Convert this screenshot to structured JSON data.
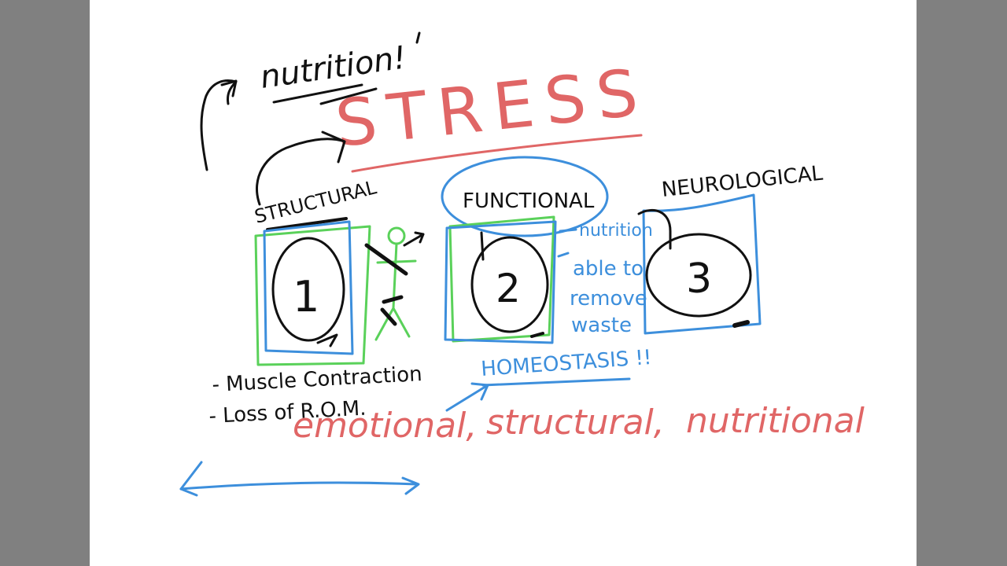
{
  "whiteboard": {
    "colors": {
      "ink_black": "#111111",
      "ink_red": "#e06666",
      "ink_blue": "#3d8fdc",
      "ink_green": "#5ad15a",
      "background": "#ffffff",
      "gutter": "#808080"
    },
    "texts": {
      "nutrition": "nutrition!",
      "stress": "STRESS",
      "structural": "STRUCTURAL",
      "functional": "FUNCTIONAL",
      "neurological": "NEUROLOGICAL",
      "circle_1": "1",
      "circle_2": "2",
      "circle_3": "3",
      "nutrition_side": "nutrition",
      "able_to": "able to",
      "remove": "remove",
      "waste": "waste",
      "homeostasis": "HOMEOSTASIS !!",
      "muscle_contraction": "- Muscle Contraction",
      "loss_of_rom": "- Loss of R.O.M.",
      "emotional": "emotional,",
      "structural_red": "structural,",
      "nutritional": "nutritional"
    }
  }
}
